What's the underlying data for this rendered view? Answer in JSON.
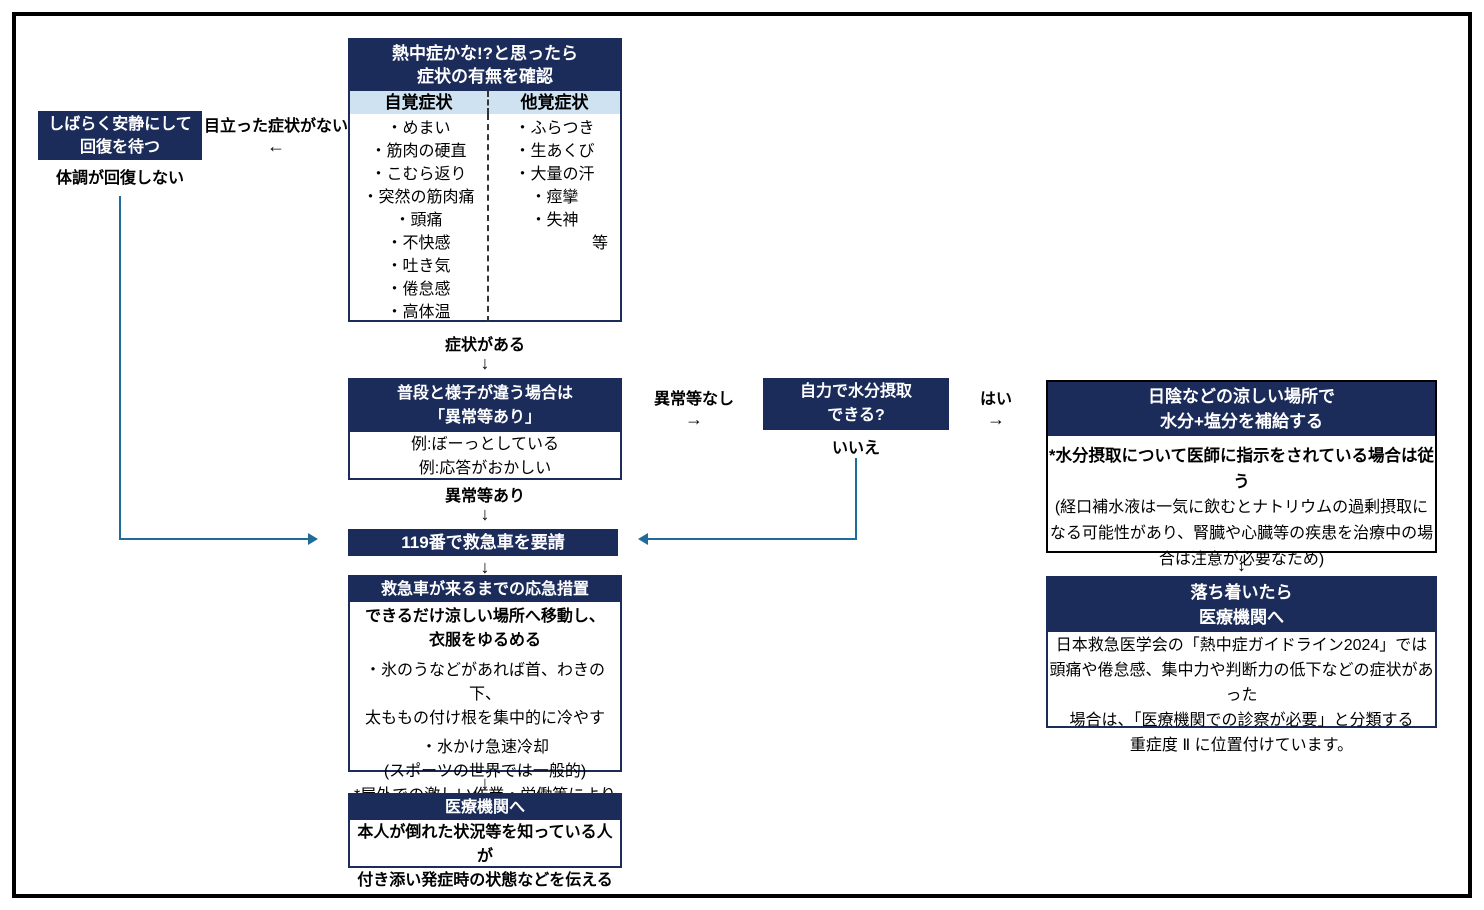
{
  "colors": {
    "navy": "#1b2b5a",
    "light_blue_band": "#cfe2f2",
    "flow_line": "#1f6b99",
    "border_black": "#000000"
  },
  "symptom_check": {
    "title_line1": "熱中症かな!?と思ったら",
    "title_line2": "症状の有無を確認",
    "subjective_header": "自覚症状",
    "subjective_items": [
      "・めまい",
      "・筋肉の硬直",
      "・こむら返り",
      "・突然の筋肉痛",
      "・頭痛",
      "・不快感",
      "・吐き気",
      "・倦怠感",
      "・高体温"
    ],
    "objective_header": "他覚症状",
    "objective_items": [
      "・ふらつき",
      "・生あくび",
      "・大量の汗",
      "・痙攣",
      "・失神"
    ],
    "etc_label": "等"
  },
  "rest_box": {
    "line1": "しばらく安静にして",
    "line2": "回復を待つ"
  },
  "labels": {
    "no_visible_symptoms": "目立った症状がない",
    "arrow_left": "←",
    "not_recovering": "体調が回復しない",
    "has_symptoms": "症状がある",
    "arrow_down": "↓",
    "abnormal_yes": "異常等あり",
    "abnormal_no": "異常等なし",
    "arrow_right": "→",
    "yes": "はい",
    "no": "いいえ"
  },
  "abnormal_box": {
    "title_line1": "普段と様子が違う場合は",
    "title_line2": "「異常等あり」",
    "example1": "例:ぼーっとしている",
    "example2": "例:応答がおかしい"
  },
  "call_119": {
    "label": "119番で救急車を要請"
  },
  "first_aid_box": {
    "title": "救急車が来るまでの応急措置",
    "bold_line1": "できるだけ涼しい場所へ移動し、",
    "bold_line2": "衣服をゆるめる",
    "items": [
      "・氷のうなどがあれば首、わきの下、",
      "太ももの付け根を集中的に冷やす",
      "・水かけ急速冷却",
      "(スポーツの世界では一般的)",
      "*屋外での激しい作業・労働等により"
    ]
  },
  "hospital_box": {
    "title": "医療機関へ",
    "line1": "本人が倒れた状況等を知っている人が",
    "line2": "付き添い発症時の状態などを伝える"
  },
  "hydration_box": {
    "line1": "自力で水分摂取",
    "line2": "できる?"
  },
  "cool_place_box": {
    "title_line1": "日陰などの涼しい場所で",
    "title_line2": "水分+塩分を補給する",
    "note_bold": "*水分摂取について医師に指示をされている場合は従う",
    "note_line1": "(経口補水液は一気に飲むとナトリウムの過剰摂取に",
    "note_line2": "なる可能性があり、腎臓や心臓等の疾患を治療中の場",
    "note_line3": "合は注意が必要なため)"
  },
  "calm_box": {
    "title_line1": "落ち着いたら",
    "title_line2": "医療機関へ",
    "body_line1": "日本救急医学会の「熱中症ガイドライン2024」では",
    "body_line2": "頭痛や倦怠感、集中力や判断力の低下などの症状があった",
    "body_line3": "場合は、「医療機関での診察が必要」と分類する",
    "body_line4": "重症度 Ⅱ に位置付けています。"
  }
}
